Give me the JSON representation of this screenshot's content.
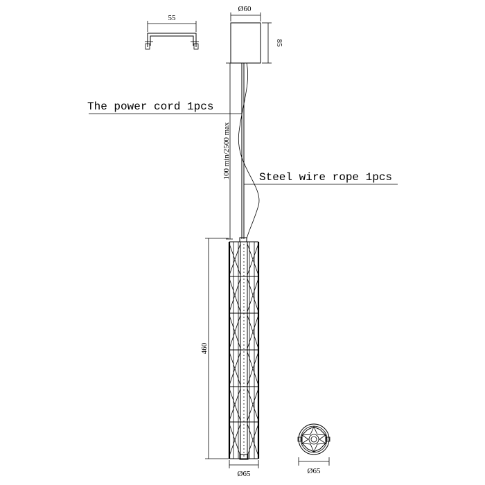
{
  "dimensions": {
    "bracket_width": "55",
    "canopy_diameter": "Ø60",
    "canopy_height": "85",
    "suspension_length": "100 min/2500 max",
    "body_height": "460",
    "body_diameter": "Ø65",
    "top_view_diameter": "Ø65"
  },
  "callouts": {
    "power_cord": "The power cord  1pcs",
    "steel_wire": "Steel wire rope  1pcs"
  }
}
